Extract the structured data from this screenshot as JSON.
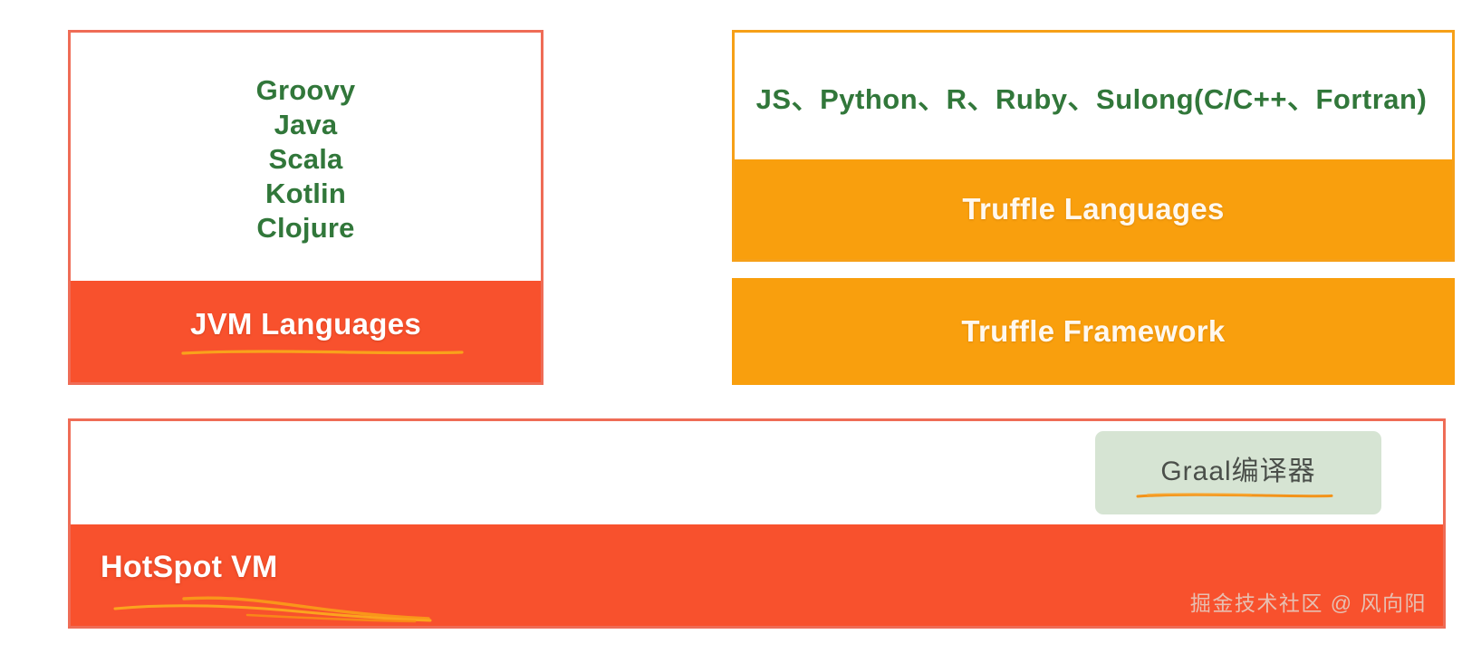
{
  "diagram": {
    "title": "GraalVM architecture layers",
    "colors": {
      "red_band": "#f8512d",
      "red_border": "#ef6c56",
      "orange_band": "#f99f0d",
      "orange_border": "#f6a018",
      "green_text": "#31773a",
      "badge_green": "#d6e4d3",
      "underline_orange": "#f9a21b"
    }
  },
  "jvm_card": {
    "languages": [
      {
        "name": "Groovy"
      },
      {
        "name": "Java"
      },
      {
        "name": "Scala"
      },
      {
        "name": "Kotlin"
      },
      {
        "name": "Clojure"
      }
    ],
    "band_label": "JVM Languages"
  },
  "truffle_card": {
    "language_names": "JS、Python、R、Ruby、Sulong(C/C++、Fortran)",
    "band_label": "Truffle Languages"
  },
  "truffle_framework": {
    "band_label": "Truffle Framework"
  },
  "hotspot_card": {
    "graal_badge_label": "Graal编译器",
    "band_label": "HotSpot VM",
    "watermark": "掘金技术社区 @ 风向阳"
  }
}
